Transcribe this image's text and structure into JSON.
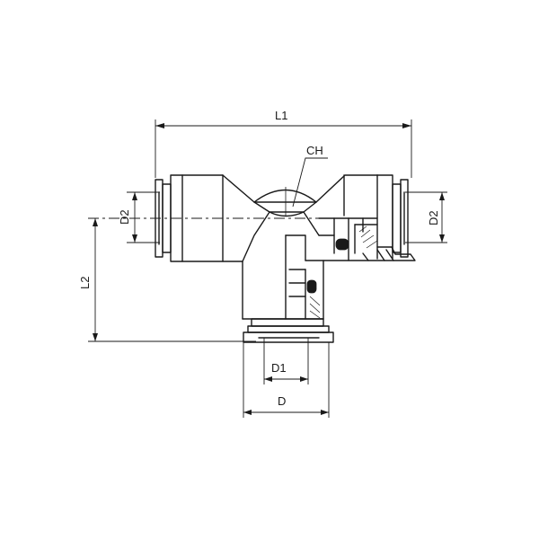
{
  "labels": {
    "l1": "L1",
    "l2": "L2",
    "ch": "CH",
    "d2_left": "D2",
    "d2_right": "D2",
    "d1": "D1",
    "d": "D"
  }
}
